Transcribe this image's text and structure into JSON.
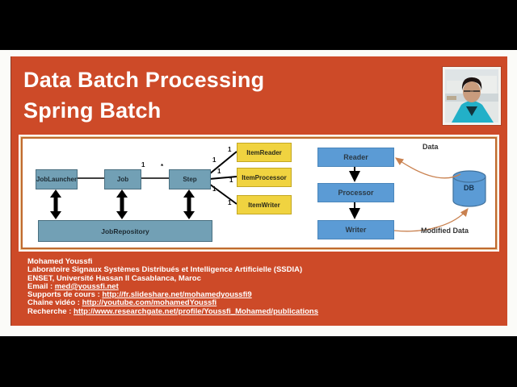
{
  "slide": {
    "title_line1": "Data Batch Processing",
    "title_line2": "Spring Batch",
    "colors": {
      "background": "#cd4a28",
      "panel_border": "#c06a2e",
      "left_box_blue": "#72a0b5",
      "item_box_yellow": "#f0d340",
      "right_box_blue": "#5b9bd5",
      "flow_arrow_tan": "#c9814f"
    }
  },
  "left_diagram": {
    "job_launcher": "JobLauncher",
    "job": "Job",
    "step": "Step",
    "repository": "JobRepository",
    "item_reader": "ItemReader",
    "item_processor": "ItemProcessor",
    "item_writer": "ItemWriter",
    "one": "1",
    "many": "*"
  },
  "right_diagram": {
    "reader": "Reader",
    "processor": "Processor",
    "writer": "Writer",
    "db": "DB",
    "label_in": "Data",
    "label_out": "Modified Data"
  },
  "footer": {
    "lines": [
      {
        "text": "Mohamed Youssfi"
      },
      {
        "text": "Laboratoire Signaux Systèmes Distribués et Intelligence Artificielle (SSDIA)"
      },
      {
        "text": "ENSET, Université Hassan II Casablanca, Maroc"
      },
      {
        "prefix": "Email : ",
        "link": "med@youssfi.net"
      },
      {
        "prefix": "Supports de cours : ",
        "link": "http://fr.slideshare.net/mohamedyoussfi9"
      },
      {
        "prefix": "Chaîne vidéo : ",
        "link": "http://youtube.com/mohamedYoussfi"
      },
      {
        "prefix": "Recherche : ",
        "link": "http://www.researchgate.net/profile/Youssfi_Mohamed/publications"
      }
    ]
  }
}
